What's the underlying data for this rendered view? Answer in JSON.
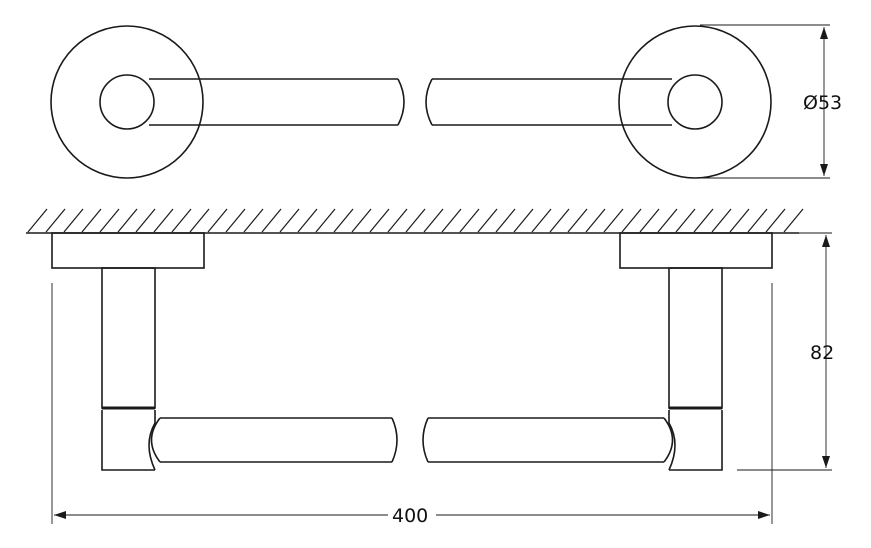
{
  "dimensions": {
    "diameter": "Ø53",
    "depth": "82",
    "length": "400"
  }
}
